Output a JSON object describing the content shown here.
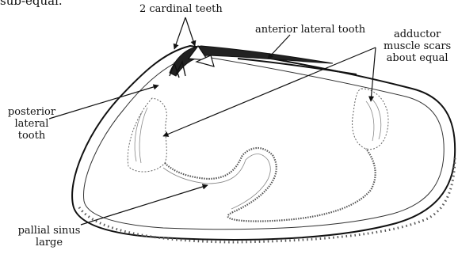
{
  "header_fragment": "sub-equal.",
  "labels": {
    "cardinal_teeth": "2 cardinal teeth",
    "anterior_lateral_tooth": "anterior lateral tooth",
    "adductor_scars": [
      "adductor",
      "muscle scars",
      "about equal"
    ],
    "posterior_lateral_tooth": [
      "posterior",
      "lateral",
      "tooth"
    ],
    "pallial_sinus": [
      "pallial sinus",
      "large"
    ]
  },
  "colors": {
    "ink": "#111111",
    "background": "#ffffff",
    "hatch": "#555555"
  }
}
